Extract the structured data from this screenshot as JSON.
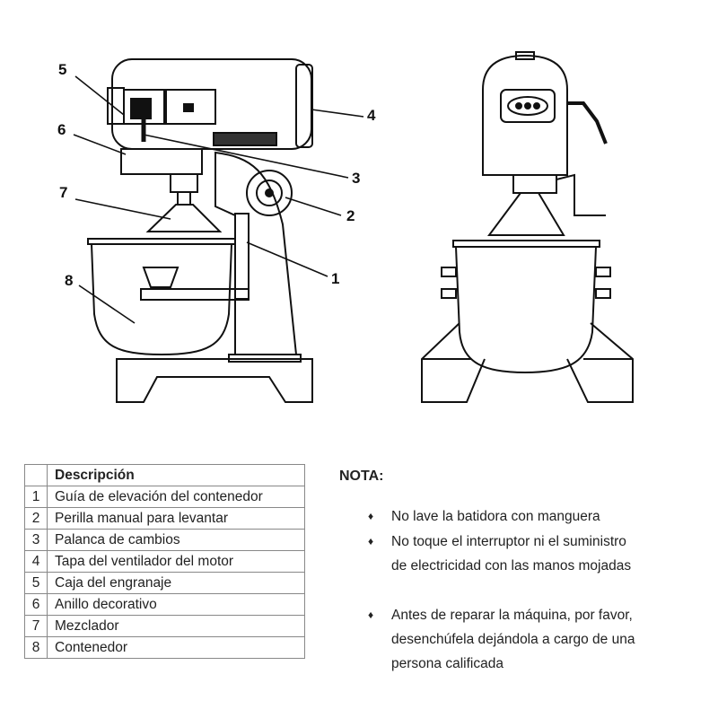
{
  "diagram": {
    "callouts": [
      "1",
      "2",
      "3",
      "4",
      "5",
      "6",
      "7",
      "8"
    ]
  },
  "table": {
    "header": "Descripción",
    "rows": [
      {
        "num": "1",
        "desc": "Guía de elevación del contenedor"
      },
      {
        "num": "2",
        "desc": "Perilla manual para levantar"
      },
      {
        "num": "3",
        "desc": "Palanca de cambios"
      },
      {
        "num": "4",
        "desc": "Tapa del ventilador del motor"
      },
      {
        "num": "5",
        "desc": "Caja del engranaje"
      },
      {
        "num": "6",
        "desc": "Anillo decorativo"
      },
      {
        "num": "7",
        "desc": "Mezclador"
      },
      {
        "num": "8",
        "desc": "Contenedor"
      }
    ]
  },
  "notes": {
    "title": "NOTA:",
    "bullet": "♦",
    "items": [
      "No lave la batidora con manguera",
      "No toque el interruptor ni el suministro de electricidad con las manos mojadas",
      "Antes de reparar la máquina, por favor, desenchúfela dejándola a cargo de una persona calificada"
    ]
  }
}
